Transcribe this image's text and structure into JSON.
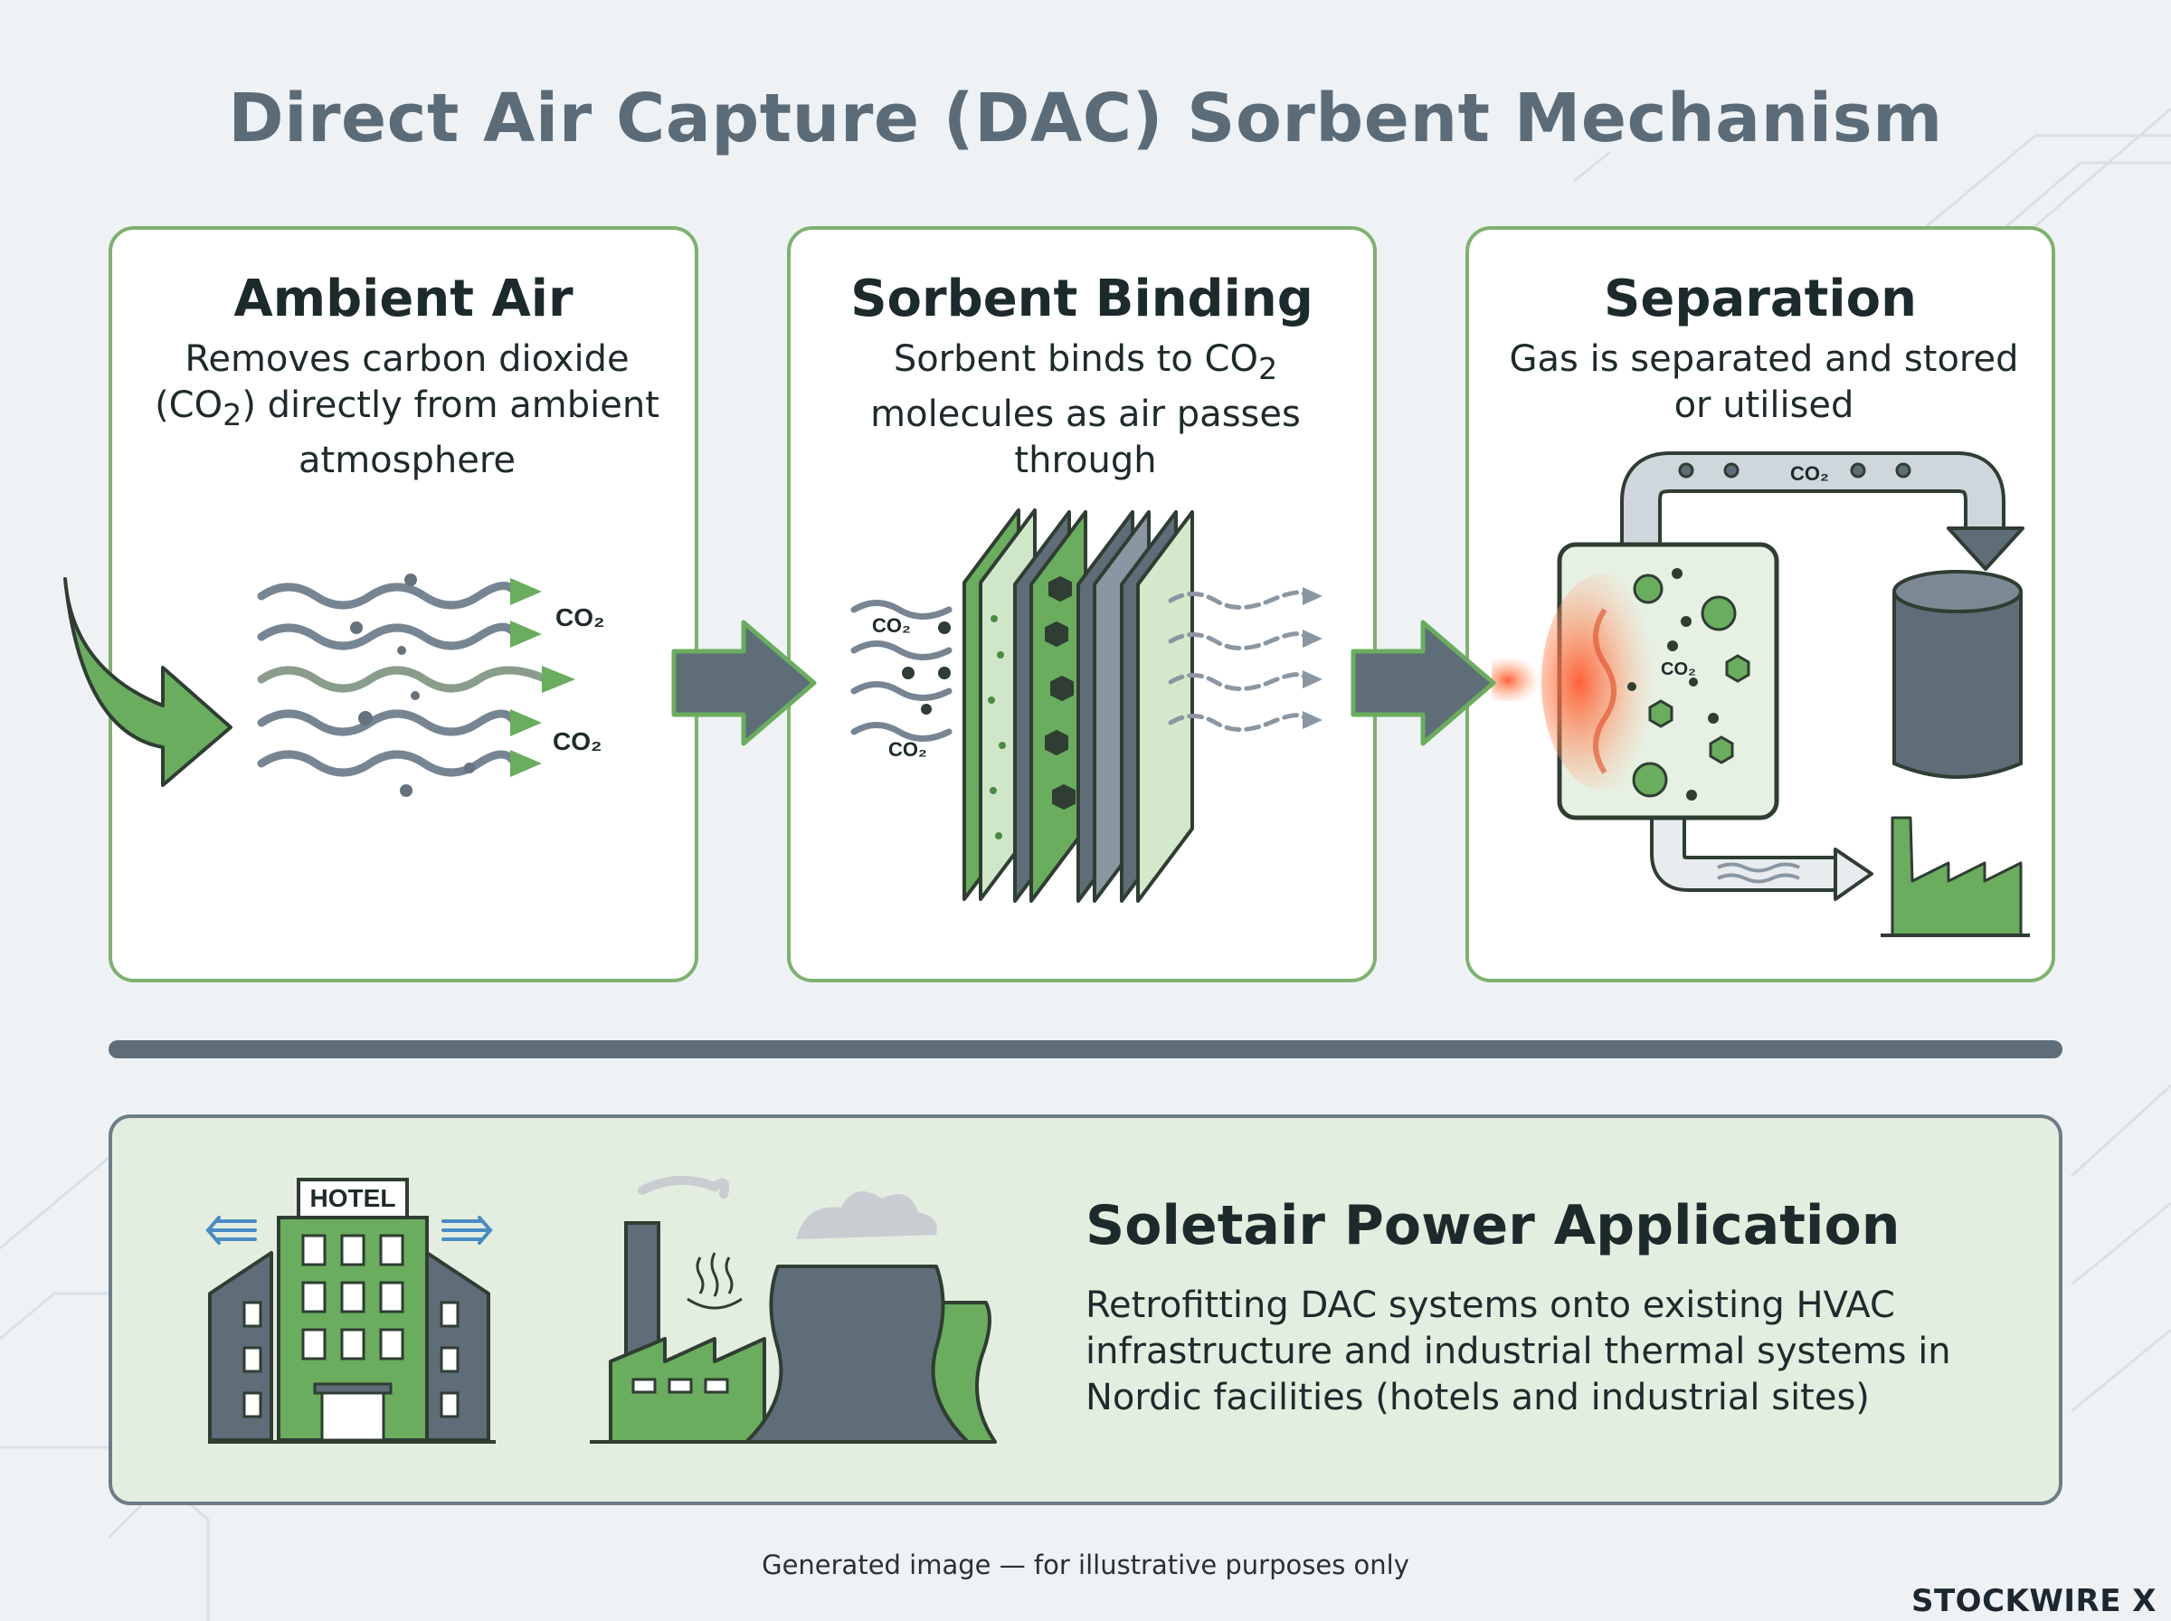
{
  "title": "Direct Air Capture (DAC) Sorbent Mechanism",
  "steps": [
    {
      "title": "Ambient Air",
      "desc_html": "Removes carbon dioxide (CO<sub>2</sub>) directly from ambient atmosphere",
      "labels": [
        "CO₂",
        "CO₂"
      ]
    },
    {
      "title": "Sorbent Binding",
      "desc_html": "Sorbent binds to CO<sub>2</sub> molecules as air passes through",
      "labels": [
        "CO₂",
        "CO₂"
      ]
    },
    {
      "title": "Separation",
      "desc_html": "Gas is separated and stored or utilised",
      "labels": [
        "CO₂",
        "CO₂"
      ]
    }
  ],
  "application": {
    "title": "Soletair Power Application",
    "desc": "Retrofitting DAC systems onto existing HVAC infrastructure and industrial thermal systems in Nordic facilities (hotels and industrial sites)",
    "hotel_sign": "HOTEL"
  },
  "footer": "Generated image — for illustrative purposes only",
  "brand": "STOCKWIRE X",
  "colors": {
    "green": "#6aad5e",
    "dark_green": "#2f3d33",
    "slate": "#5f6d79",
    "card_border": "#7fb170",
    "heat": "#ff6a3d"
  }
}
